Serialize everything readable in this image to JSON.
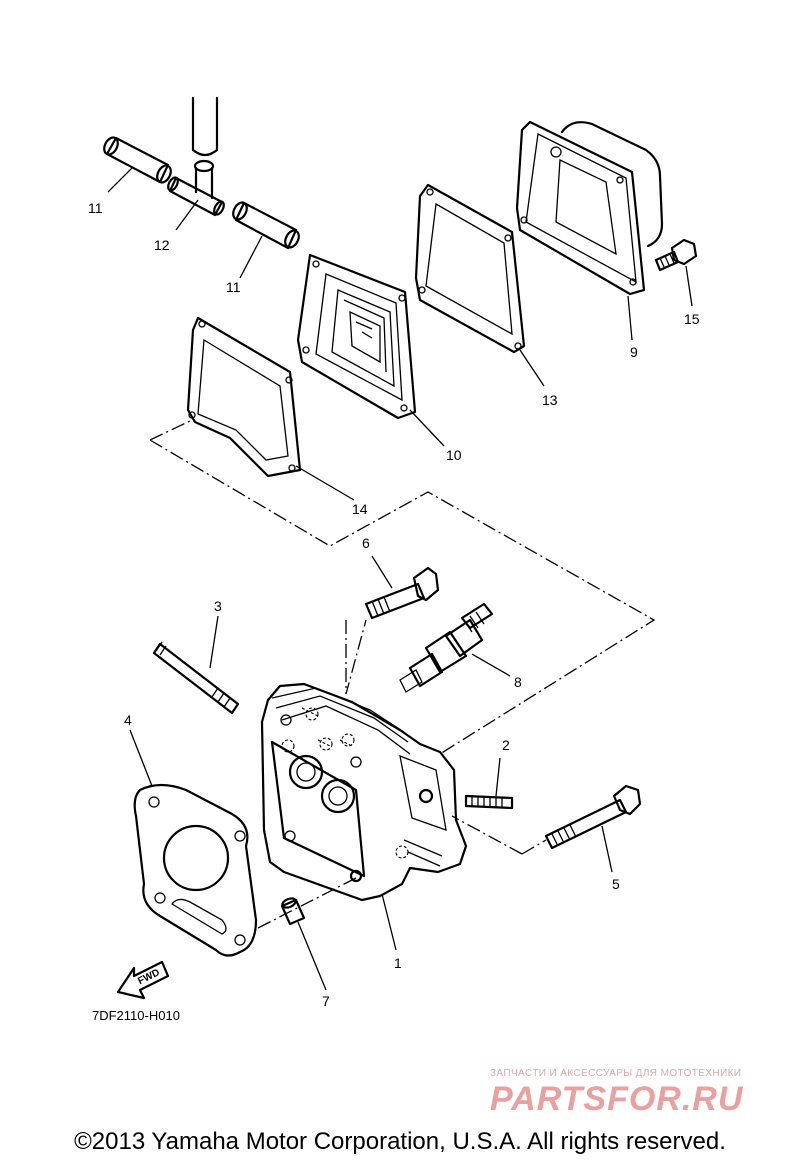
{
  "callouts": {
    "c1": "1",
    "c2": "2",
    "c3": "3",
    "c4": "4",
    "c5": "5",
    "c6": "6",
    "c7": "7",
    "c8": "8",
    "c9": "9",
    "c10": "10",
    "c11a": "11",
    "c11b": "11",
    "c12": "12",
    "c13": "13",
    "c14": "14",
    "c15": "15"
  },
  "fwd_label": "FWD",
  "diagram_code": "7DF2110-H010",
  "watermark": {
    "tagline": "ЗАПЧАСТИ И АКСЕССУАРЫ ДЛЯ МОТОТЕХНИКИ",
    "logo": "PARTSFOR.RU"
  },
  "copyright": "©2013 Yamaha Motor Corporation, U.S.A. All rights reserved."
}
